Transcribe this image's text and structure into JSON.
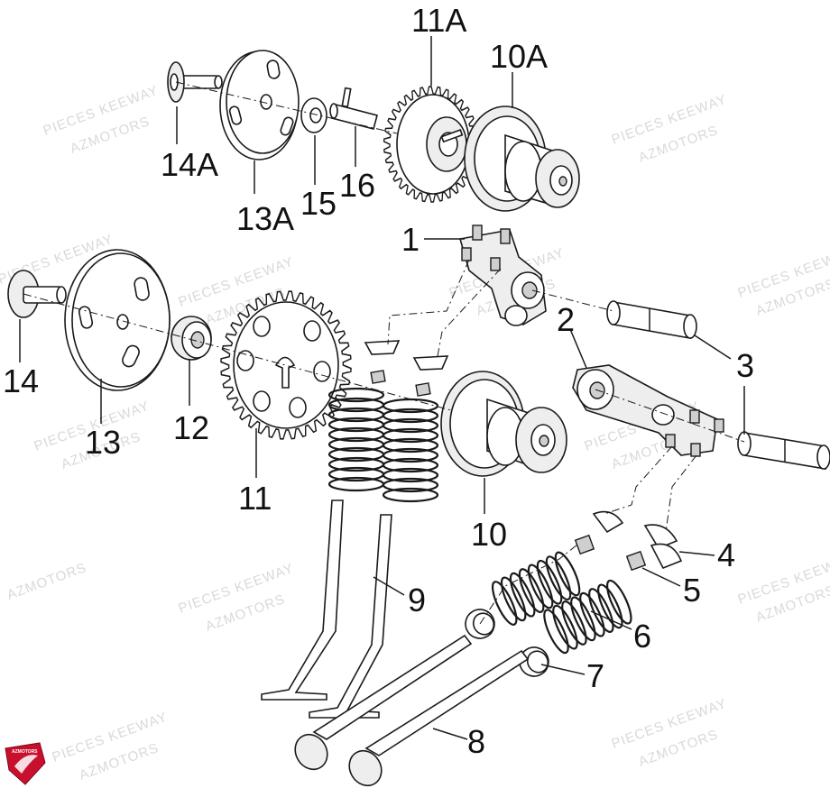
{
  "watermark": {
    "line1": "PIECES KEEWAY",
    "line2": "AZMOTORS"
  },
  "logo": {
    "text": "AZMOTORS",
    "color": "#c8102e"
  },
  "callouts": {
    "p1": "1",
    "p2": "2",
    "p3": "3",
    "p4": "4",
    "p5": "5",
    "p6": "6",
    "p7": "7",
    "p8": "8",
    "p9": "9",
    "p10": "10",
    "p10a": "10A",
    "p11": "11",
    "p11a": "11A",
    "p12": "12",
    "p13": "13",
    "p13a": "13A",
    "p14": "14",
    "p14a": "14A",
    "p15": "15",
    "p16": "16"
  },
  "colors": {
    "line": "#1a1a1a",
    "watermark": "#d9d9d9",
    "background": "#ffffff"
  }
}
